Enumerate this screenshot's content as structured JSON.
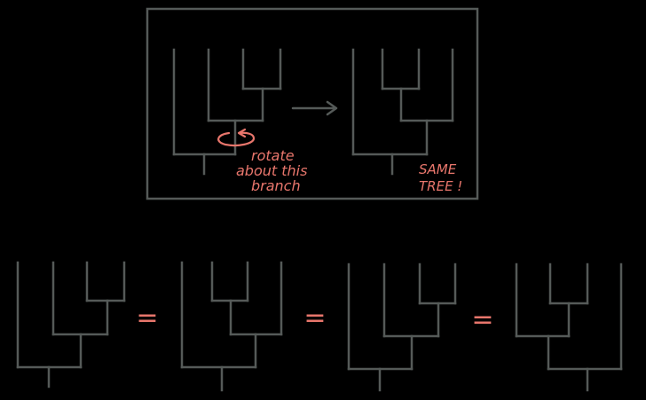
{
  "colors": {
    "background": "#000000",
    "lines": "#555a58",
    "annotation": "#e8766c"
  },
  "top_panel": {
    "rotate_note": {
      "line1": "rotate",
      "line2": "about this",
      "line3": "branch"
    },
    "same_tree_note": {
      "line1": "SAME",
      "line2": "TREE !"
    },
    "icons": [
      "rotate-arrow-icon",
      "right-arrow-icon"
    ]
  },
  "bottom_row": {
    "equals": [
      "=",
      "=",
      "="
    ]
  }
}
